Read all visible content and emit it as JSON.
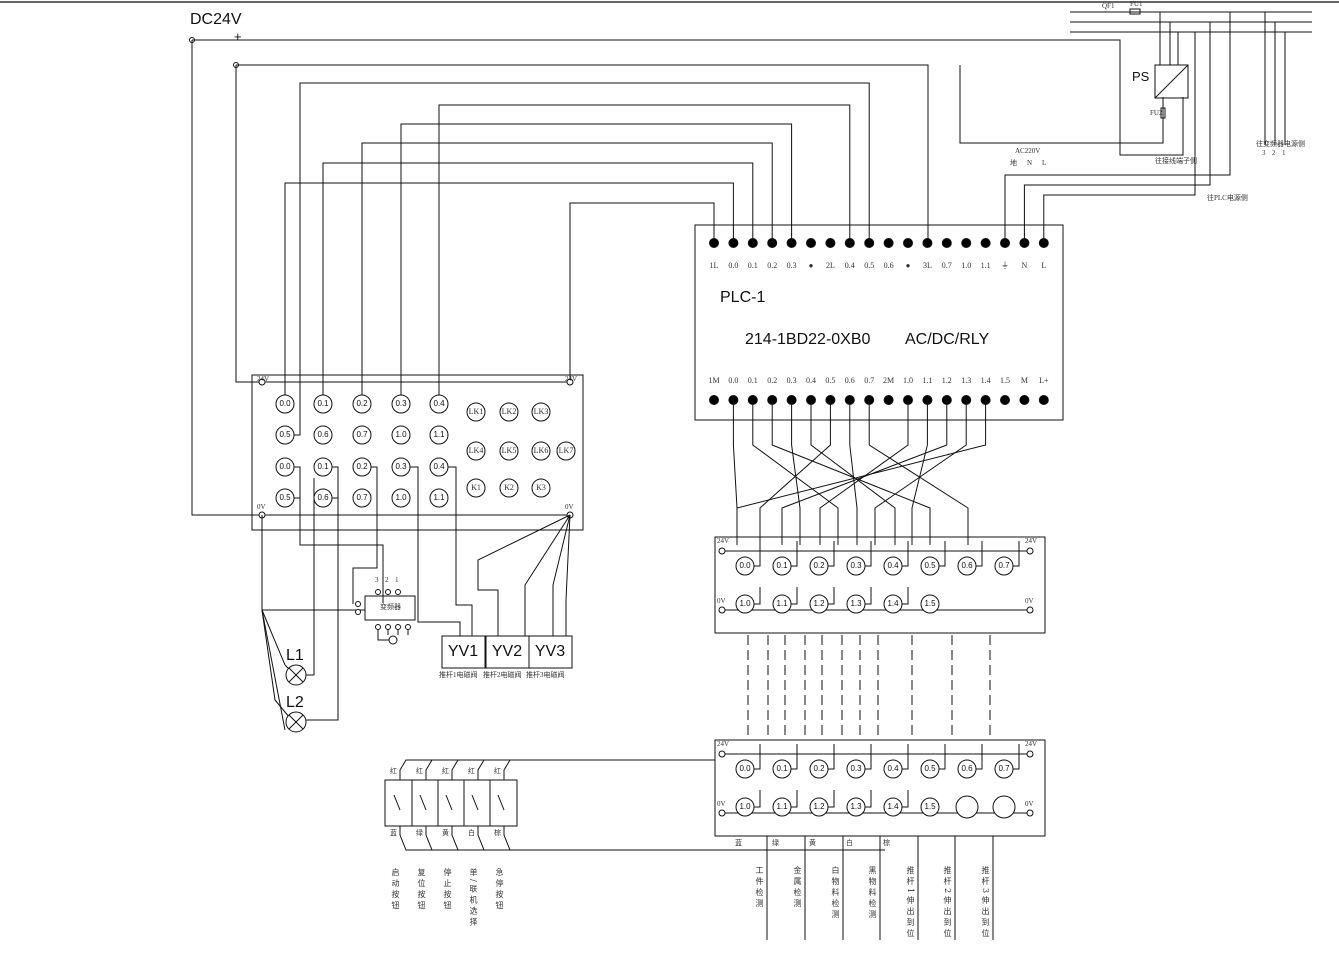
{
  "supply": {
    "title": "DC24V",
    "plus": "+"
  },
  "power": {
    "ps": "PS",
    "qf": "QF1",
    "fu1": "FU1",
    "fu2": "FU2",
    "ac_label": "AC220V",
    "ac_terms": [
      "地",
      "N",
      "L"
    ],
    "to_inverter": "往变频器电源侧",
    "inverter_terms": [
      "3",
      "2",
      "1"
    ],
    "to_terminal": "往接线端子侧",
    "to_plc": "往PLC电源侧"
  },
  "plc": {
    "name": "PLC-1",
    "model": "214-1BD22-0XB0",
    "type": "AC/DC/RLY",
    "top_labels": [
      "1L",
      "0.0",
      "0.1",
      "0.2",
      "0.3",
      "●",
      "2L",
      "0.4",
      "0.5",
      "0.6",
      "●",
      "3L",
      "0.7",
      "1.0",
      "1.1",
      "⏚",
      "N",
      "L"
    ],
    "bottom_labels": [
      "1M",
      "0.0",
      "0.1",
      "0.2",
      "0.3",
      "0.4",
      "0.5",
      "0.6",
      "0.7",
      "2M",
      "1.0",
      "1.1",
      "1.2",
      "1.3",
      "1.4",
      "1.5",
      "M",
      "L+"
    ]
  },
  "left_board": {
    "v24": "24V",
    "v0": "0V",
    "rows": [
      [
        "0.0",
        "0.1",
        "0.2",
        "0.3",
        "0.4"
      ],
      [
        "0.5",
        "0.6",
        "0.7",
        "1.0",
        "1.1"
      ],
      [
        "0.0",
        "0.1",
        "0.2",
        "0.3",
        "0.4"
      ],
      [
        "0.5",
        "0.6",
        "0.7",
        "1.0",
        "1.1"
      ]
    ],
    "lk_rows": [
      [
        "LK1",
        "LK2",
        "LK3"
      ],
      [
        "LK4",
        "LK5",
        "LK6",
        "LK7"
      ],
      [
        "K1",
        "K2",
        "K3"
      ]
    ]
  },
  "inverter": {
    "label": "变频器",
    "terms": [
      "3",
      "2",
      "1"
    ]
  },
  "lamps": [
    "L1",
    "L2"
  ],
  "valves": {
    "names": [
      "YV1",
      "YV2",
      "YV3"
    ],
    "captions": [
      "推杆1电磁阀",
      "推杆2电磁阀",
      "推杆3电磁阀"
    ]
  },
  "board2": {
    "v24": "24V",
    "v0": "0V",
    "row1": [
      "0.0",
      "0.1",
      "0.2",
      "0.3",
      "0.4",
      "0.5",
      "0.6",
      "0.7"
    ],
    "row2": [
      "1.0",
      "1.1",
      "1.2",
      "1.3",
      "1.4",
      "1.5"
    ]
  },
  "board3": {
    "v24": "24V",
    "v0": "0V",
    "row1": [
      "0.0",
      "0.1",
      "0.2",
      "0.3",
      "0.4",
      "0.5",
      "0.6",
      "0.7"
    ],
    "row2": [
      "1.0",
      "1.1",
      "1.2",
      "1.3",
      "1.4",
      "1.5",
      "",
      ""
    ]
  },
  "buttons": {
    "top_color": [
      "红",
      "红",
      "红",
      "红",
      "红"
    ],
    "bottom_color": [
      "蓝",
      "绿",
      "黄",
      "白",
      "棕"
    ],
    "names": [
      "启动按钮",
      "复位按钮",
      "停止按钮",
      "单/联机选择",
      "急停按钮"
    ]
  },
  "sensors": {
    "colors": [
      "蓝",
      "绿",
      "黄",
      "白",
      "棕"
    ],
    "names": [
      "工件检测",
      "金属检测",
      "白物料检测",
      "黑物料检测",
      "推杆1伸出到位",
      "推杆2伸出到位",
      "推杆3伸出到位"
    ]
  }
}
